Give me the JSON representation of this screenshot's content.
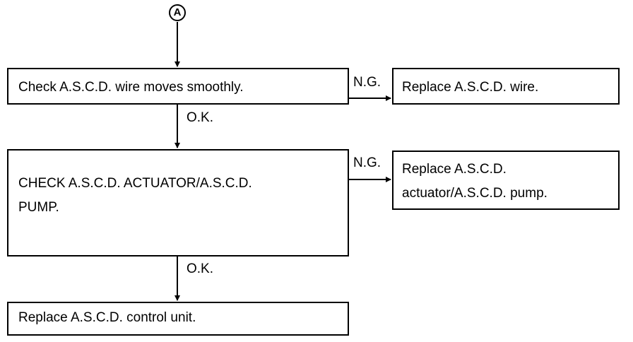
{
  "connector": "A",
  "steps": {
    "check_wire": "Check A.S.C.D. wire moves smoothly.",
    "check_actuator": [
      "CHECK A.S.C.D. ACTUATOR/A.S.C.D.",
      "PUMP."
    ],
    "replace_unit": "Replace A.S.C.D. control unit."
  },
  "remedies": {
    "replace_wire": "Replace A.S.C.D. wire.",
    "replace_actuator": [
      "Replace A.S.C.D.",
      "actuator/A.S.C.D. pump."
    ]
  },
  "labels": {
    "ng_1": "N.G.",
    "ok_1": "O.K.",
    "ng_2": "N.G.",
    "ok_2": "O.K."
  }
}
